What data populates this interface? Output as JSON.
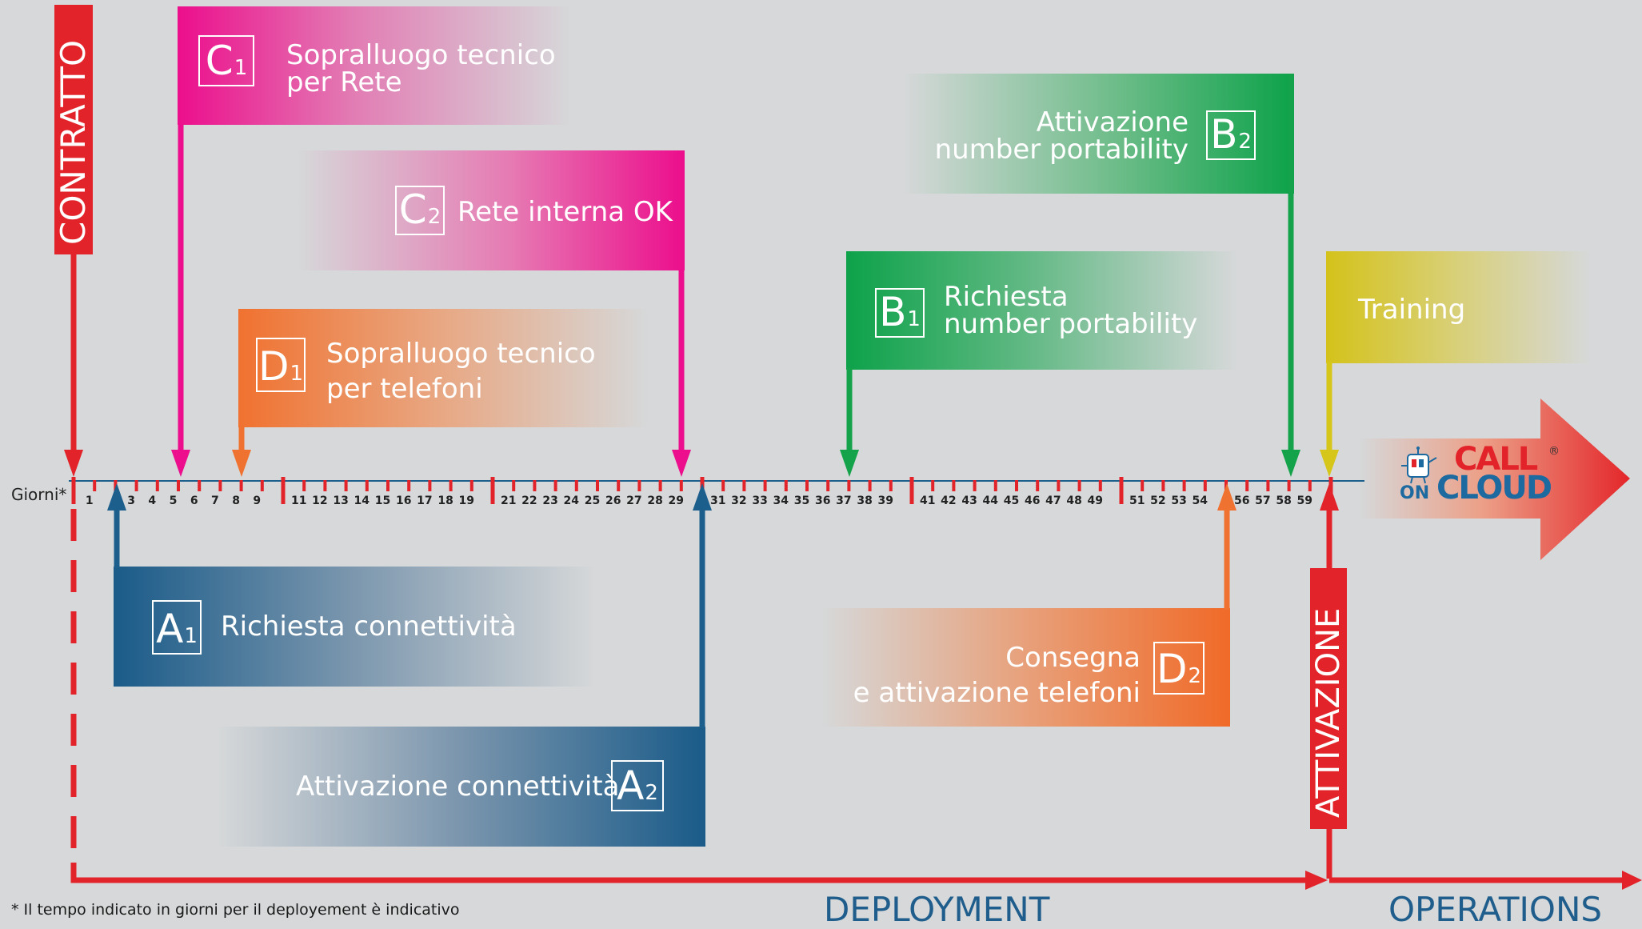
{
  "colors": {
    "red": "#e3232a",
    "magenta": "#e8168a",
    "orange": "#ef7230",
    "green": "#14a24a",
    "blue": "#1d5f8c",
    "yellow": "#d7c61a",
    "background": "#d6d8d9",
    "tick_text": "#222222",
    "phase_text": "#1f5d8c"
  },
  "timeline": {
    "axis_label": "Giorni*",
    "days": [
      "1",
      "3",
      "4",
      "5",
      "6",
      "7",
      "8",
      "9",
      "11",
      "12",
      "13",
      "14",
      "15",
      "16",
      "17",
      "18",
      "19",
      "21",
      "22",
      "23",
      "24",
      "25",
      "26",
      "27",
      "28",
      "29",
      "31",
      "32",
      "33",
      "34",
      "35",
      "36",
      "37",
      "38",
      "39",
      "41",
      "42",
      "43",
      "44",
      "45",
      "46",
      "47",
      "48",
      "49",
      "51",
      "52",
      "53",
      "54",
      "56",
      "57",
      "58",
      "59"
    ]
  },
  "milestones": {
    "contratto": "CONTRATTO",
    "attivazione": "ATTIVAZIONE"
  },
  "tasks": {
    "c1": {
      "code": "C",
      "sub": "1",
      "line1": "Sopralluogo tecnico",
      "line2": "per Rete"
    },
    "c2": {
      "code": "C",
      "sub": "2",
      "line1": "Rete interna OK"
    },
    "d1": {
      "code": "D",
      "sub": "1",
      "line1": "Sopralluogo tecnico",
      "line2": "per telefoni"
    },
    "b2": {
      "code": "B",
      "sub": "2",
      "line1": "Attivazione",
      "line2": "number portability"
    },
    "b1": {
      "code": "B",
      "sub": "1",
      "line1": "Richiesta",
      "line2": "number portability"
    },
    "training": {
      "line1": "Training"
    },
    "a1": {
      "code": "A",
      "sub": "1",
      "line1": "Richiesta connettività"
    },
    "a2": {
      "code": "A",
      "sub": "2",
      "line1": "Attivazione connettività"
    },
    "d2": {
      "code": "D",
      "sub": "2",
      "line1": "Consegna",
      "line2": "e attivazione telefoni"
    }
  },
  "logo": {
    "top": "CALL",
    "on": "ON",
    "bottom": "CLOUD",
    "registered": "®"
  },
  "phases": {
    "deployment": "DEPLOYMENT",
    "operations": "OPERATIONS"
  },
  "footnote": "* Il tempo indicato in giorni per il deployement è indicativo"
}
